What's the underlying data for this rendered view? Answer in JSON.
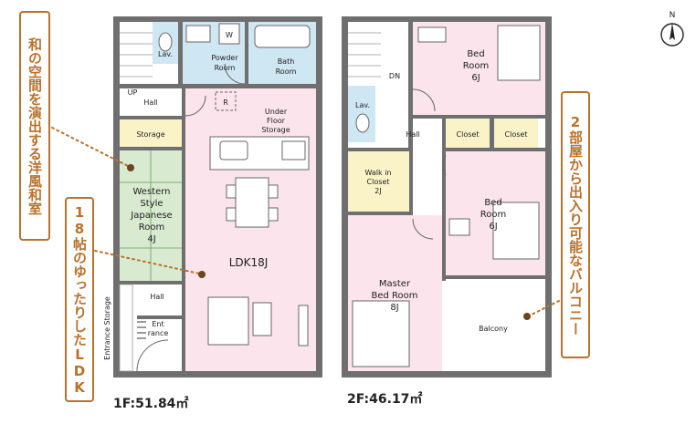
{
  "compass": {
    "north_label": "N"
  },
  "floor1": {
    "area_label": "1F:51.84㎡",
    "rooms": {
      "lav": "Lav.",
      "powder_room": [
        "Powder",
        "Room"
      ],
      "w_mark": "W",
      "bath_room": [
        "Bath",
        "Room"
      ],
      "up": "UP",
      "hall": "Hall",
      "r_mark": "R",
      "under_floor_storage": [
        "Under",
        "Floor",
        "Storage"
      ],
      "storage": "Storage",
      "western_japanese": [
        "Western",
        "Style",
        "Japanese",
        "Room",
        "4J"
      ],
      "ldk": "LDK18J",
      "hall2": "Hall",
      "entrance": [
        "Ent",
        "rance"
      ],
      "entrance_storage": "Entrance Storage"
    }
  },
  "floor2": {
    "area_label": "2F:46.17㎡",
    "rooms": {
      "dn": "DN",
      "lav": "Lav.",
      "hall": "Hall",
      "bed_room_top": [
        "Bed",
        "Room",
        "6J"
      ],
      "closet1": "Closet",
      "closet2": "Closet",
      "walk_in_closet": [
        "Walk in",
        "Closet",
        "2J"
      ],
      "bed_room_mid": [
        "Bed",
        "Room",
        "6J"
      ],
      "master_bed_room": [
        "Master",
        "Bed Room",
        "8J"
      ],
      "balcony": "Balcony"
    }
  },
  "callouts": {
    "left": "和の空間を演出する洋風和室",
    "mid": "18帖のゆったりしたLDK",
    "right": "2部屋から出入り可能なバルコニー"
  },
  "colors": {
    "wall": "#6f6f6f",
    "ldk_pink": "#fbe4ec",
    "water_blue": "#cfe6f3",
    "tatami_green": "#d8ead0",
    "storage_yellow": "#fbf3c8",
    "callout_orange": "#b8722c"
  }
}
